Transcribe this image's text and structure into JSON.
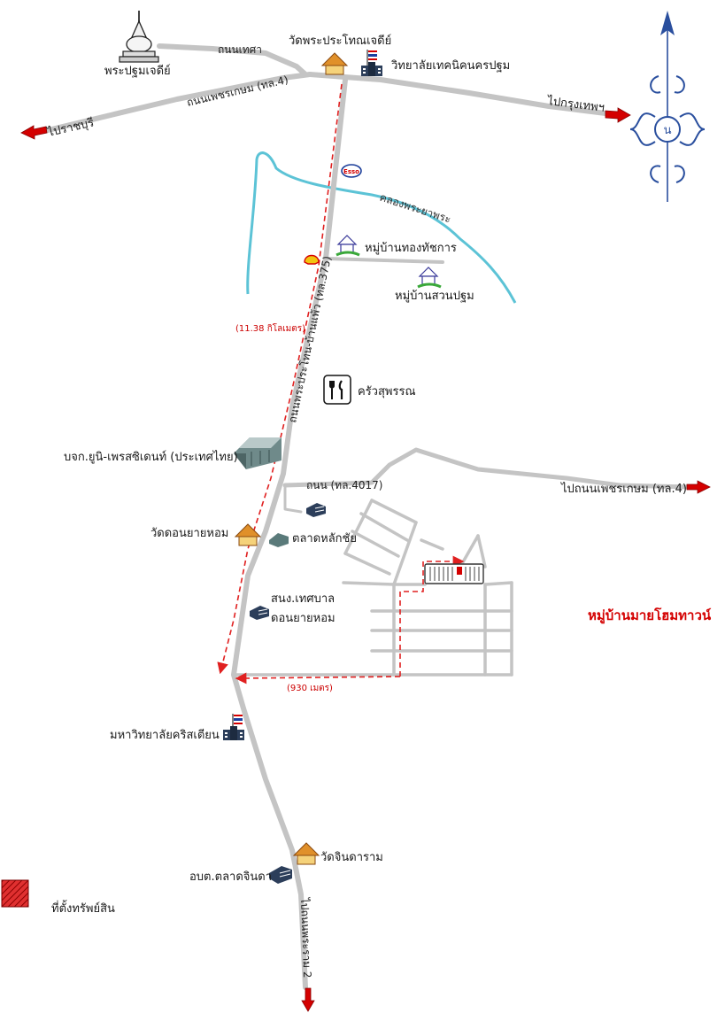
{
  "labels": {
    "phra_pathom_chedi": "พระปฐมเจดีย์",
    "thanon_thetsa": "ถนนเทศา",
    "wat_phra_prathon": "วัดพระประโทณเจดีย์",
    "tech_college": "วิทยาลัยเทคนิคนครปฐม",
    "phetkasem_road": "ถนนเพชรเกษม (ทล.4)",
    "to_ratchaburi": "ไปราชบุรี",
    "to_bangkok": "ไปกรุงเทพฯ",
    "canal": "คลองพระยาพระ",
    "esso": "Esso",
    "village_thongthat": "หมู่บ้านทองทัชการ",
    "village_suanpathom": "หมู่บ้านสวนปฐม",
    "main_road": "ถนนพระประโทน-บ้านแพ้ว (ทล.375)",
    "distance_main": "(11.38 กิโลเมตร)",
    "restaurant": "ครัวสุพรรณ",
    "uni_president": "บจก.ยูนิ-เพรสซิเดนท์ (ประเทศไทย)",
    "road_4017": "ถนน (ทล.4017)",
    "to_phetkasem": "ไปถนนเพชรเกษม (ทล.4)",
    "wat_don_yai_hom": "วัดดอนยายหอม",
    "talad_lak_chai": "ตลาดหลักชัย",
    "municipal_office_1": "สนง.เทศบาล",
    "municipal_office_2": "ดอนยายหอม",
    "village_name": "หมู่บ้านมายโฮมทาวน์",
    "distance_branch": "(930 เมตร)",
    "christian_univ": "มหาวิทยาลัยคริสเตียน",
    "wat_chindaram": "วัดจินดาราม",
    "obt_talad_chinda": "อบต.ตลาดจินดา",
    "to_rama2": "ไปถนนพระราม 2",
    "legend_property": "ที่ตั้งทรัพย์สิน",
    "compass_letter": "น"
  },
  "colors": {
    "road": "#c4c4c4",
    "canal": "#5cc3d6",
    "route": "#e02020",
    "compass": "#2a4f9e",
    "accent_red": "#d40000"
  },
  "icons": {
    "chedi": "stupa-icon",
    "temple": "temple-icon",
    "building": "building-icon",
    "flag": "thai-flag-icon",
    "esso": "esso-logo-icon",
    "shell": "shell-logo-icon",
    "house": "house-icon",
    "restaurant": "fork-knife-icon",
    "factory": "factory-icon",
    "compass": "north-compass-icon",
    "arrow": "red-arrow-icon"
  }
}
